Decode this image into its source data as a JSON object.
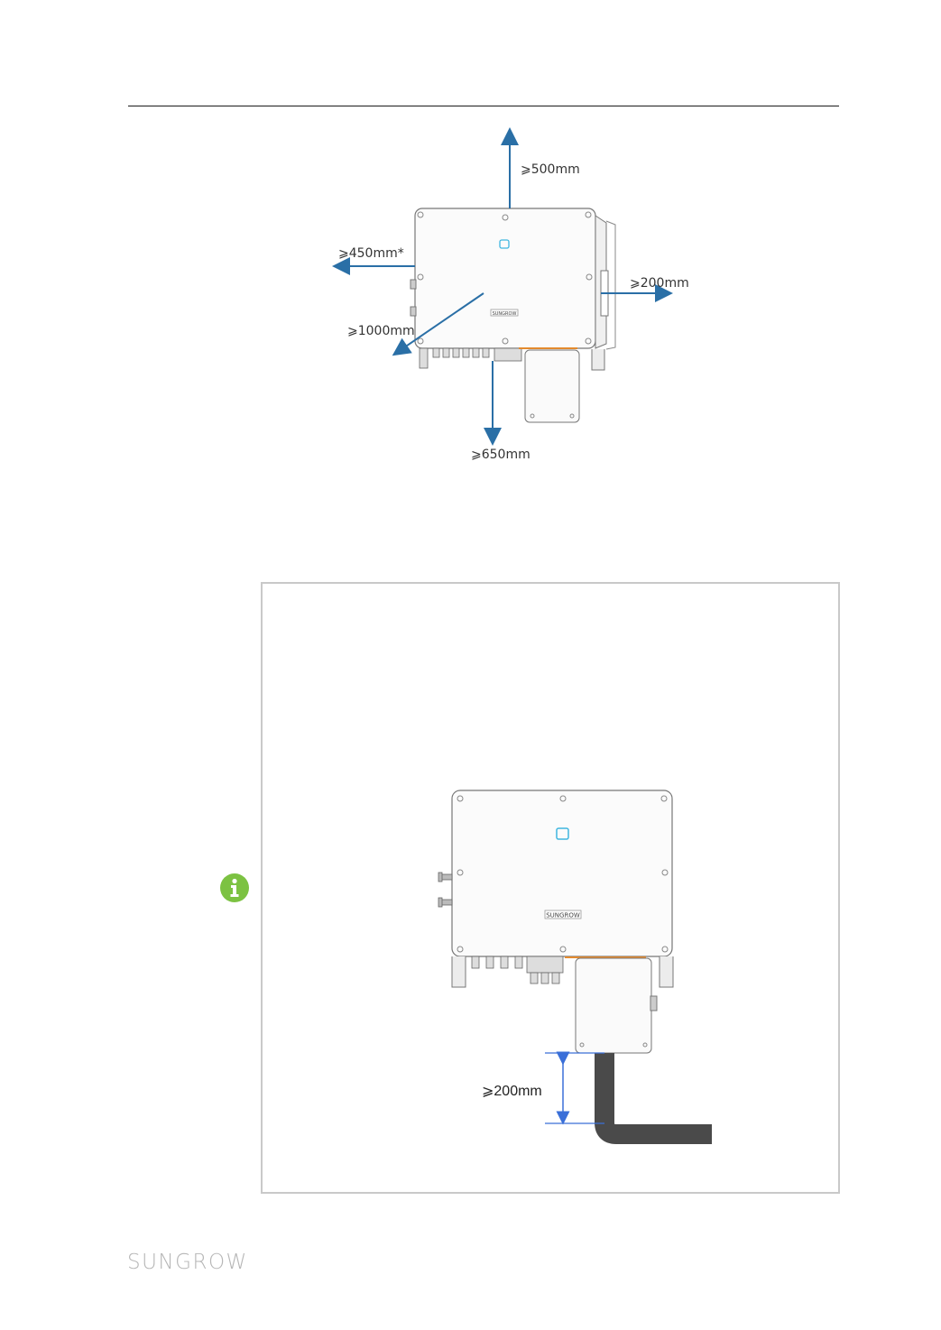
{
  "figure_top": {
    "clearance_top": "⩾500mm",
    "clearance_left": "⩾450mm*",
    "clearance_right": "⩾200mm",
    "clearance_front": "⩾1000mm",
    "clearance_bottom": "⩾650mm",
    "inverter_brand": "SUNGROW",
    "arrow_color": "#2a6fa6"
  },
  "note": {
    "icon": "info-icon",
    "icon_color": "#7cc242",
    "figure": {
      "clearance_label": "⩾200mm",
      "inverter_brand": "SUNGROW",
      "dimension_color": "#3a6fd8",
      "conduit_color": "#4a4a4a"
    }
  },
  "footer": {
    "logo_text": "SUNGROW"
  }
}
